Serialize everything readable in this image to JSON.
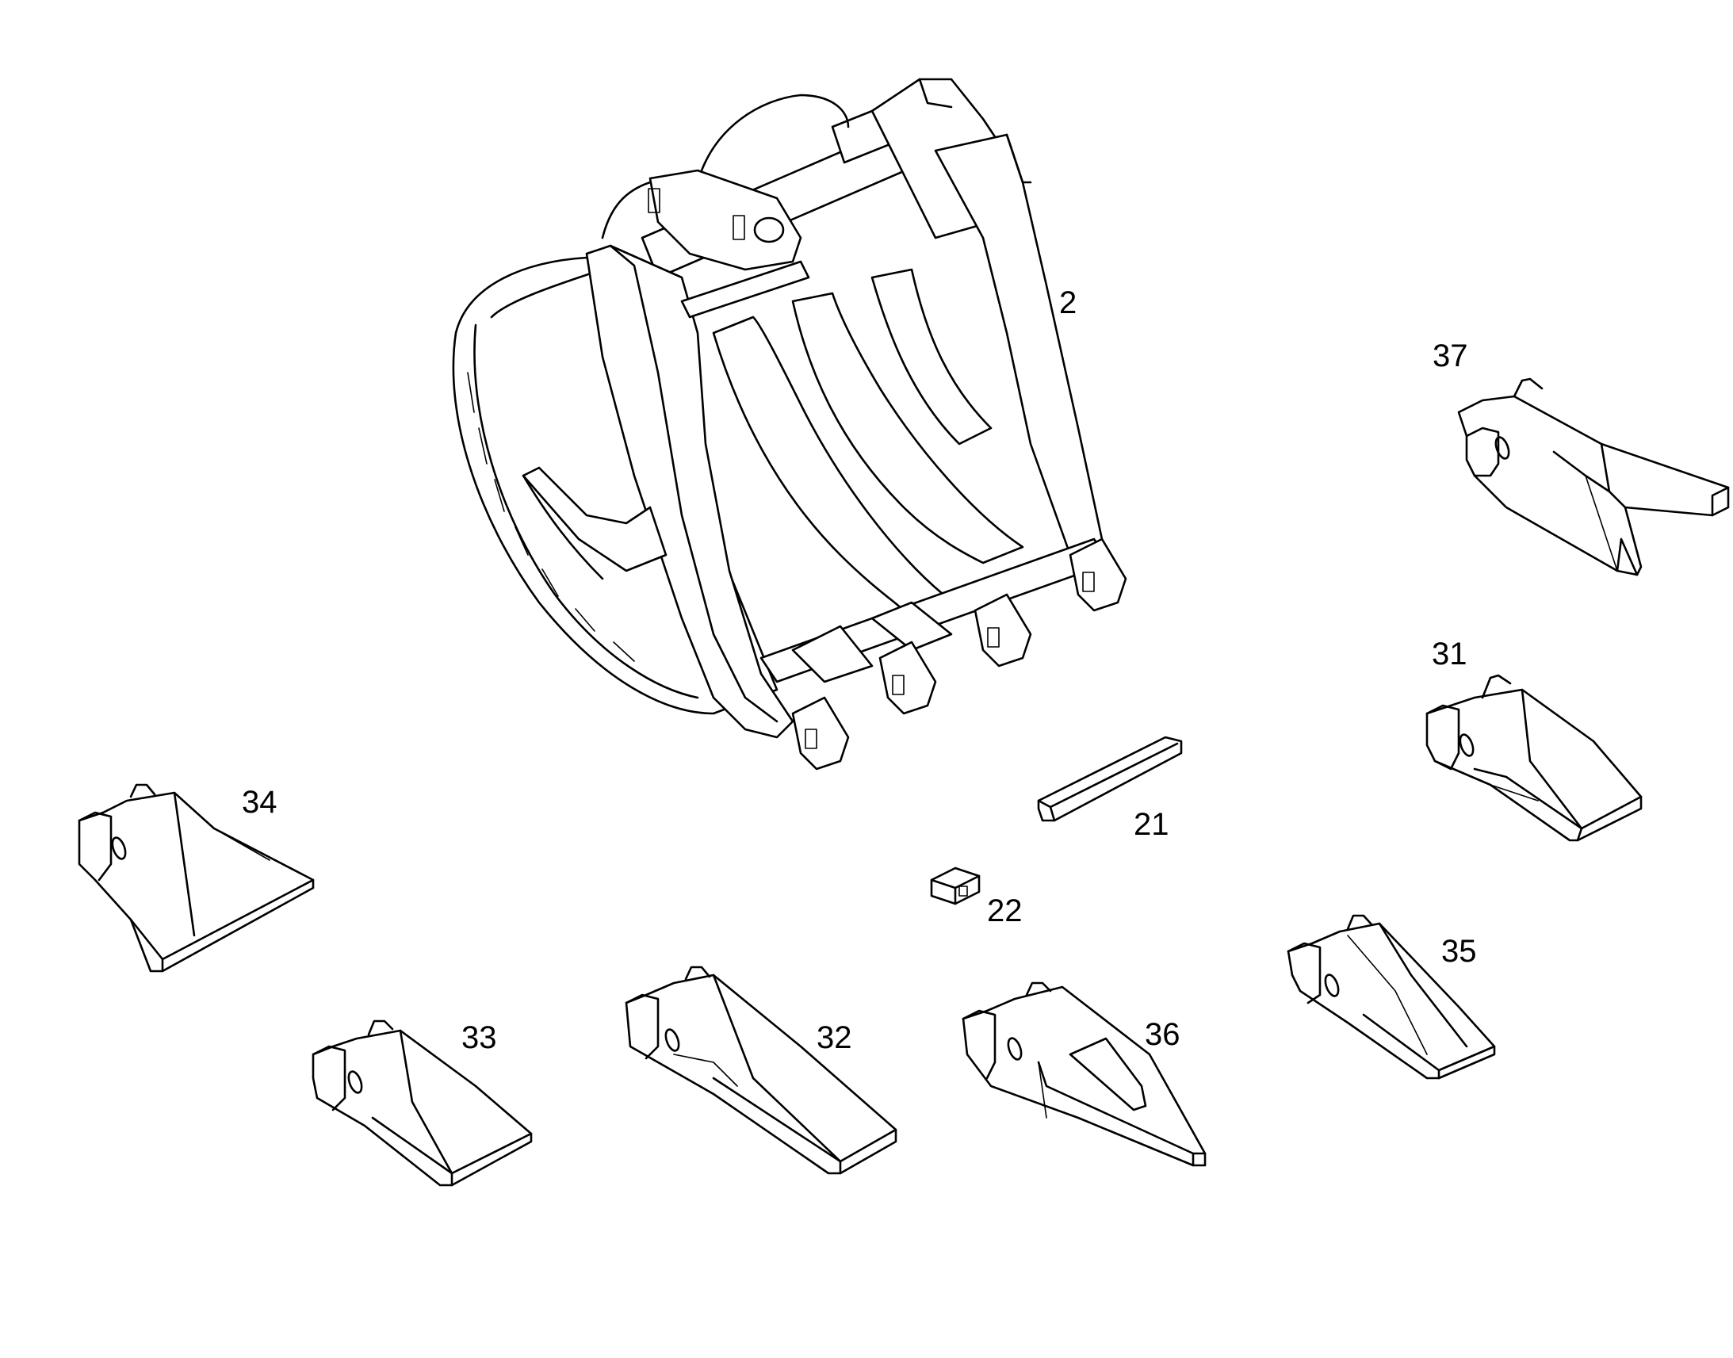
{
  "parts": [
    {
      "id": "bucket",
      "callout": "2",
      "icon": "excavator-bucket-icon"
    },
    {
      "id": "tooth-37",
      "callout": "37",
      "icon": "bucket-tooth-icon"
    },
    {
      "id": "tooth-31",
      "callout": "31",
      "icon": "bucket-tooth-icon"
    },
    {
      "id": "wear-strip-21",
      "callout": "21",
      "icon": "wear-strip-icon"
    },
    {
      "id": "retainer-22",
      "callout": "22",
      "icon": "lock-retainer-icon"
    },
    {
      "id": "tooth-34",
      "callout": "34",
      "icon": "bucket-tooth-icon"
    },
    {
      "id": "tooth-33",
      "callout": "33",
      "icon": "bucket-tooth-icon"
    },
    {
      "id": "tooth-32",
      "callout": "32",
      "icon": "bucket-tooth-icon"
    },
    {
      "id": "tooth-36",
      "callout": "36",
      "icon": "bucket-tooth-icon"
    },
    {
      "id": "tooth-35",
      "callout": "35",
      "icon": "bucket-tooth-icon"
    }
  ]
}
